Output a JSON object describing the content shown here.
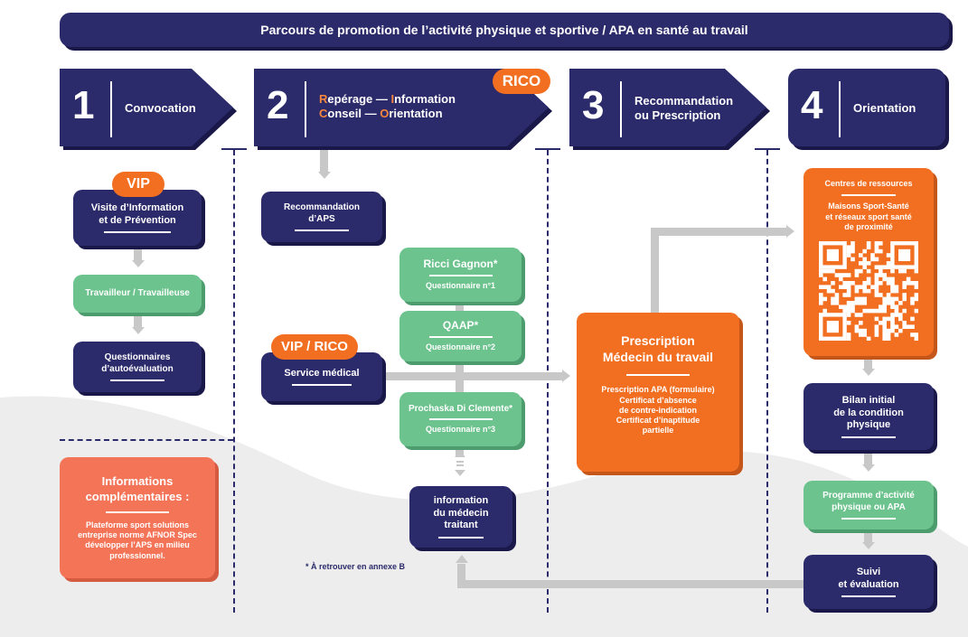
{
  "banner": "Parcours de promotion de l’activité physique et sportive / APA en santé au travail",
  "steps": [
    {
      "num": "1",
      "title": "Convocation"
    },
    {
      "num": "2",
      "title_line1_initial": "R",
      "title_line1_rest_a": "epérage — ",
      "title_line1_initial2": "I",
      "title_line1_rest_b": "nformation",
      "title_line2_initial": "C",
      "title_line2_rest_a": "onseil — ",
      "title_line2_initial2": "O",
      "title_line2_rest_b": "rientation",
      "badge": "RICO"
    },
    {
      "num": "3",
      "title_line1": "Recommandation",
      "title_line2": "ou Prescription"
    },
    {
      "num": "4",
      "title": "Orientation"
    }
  ],
  "col1": {
    "vip_badge": "VIP",
    "visite": [
      "Visite d’Information",
      "et de Prévention"
    ],
    "travailleur": "Travailleur / Travailleuse",
    "questionnaires": [
      "Questionnaires",
      "d’autoévaluation"
    ],
    "info": {
      "title": [
        "Informations",
        "complémentaires :"
      ],
      "body": [
        "Plateforme sport solutions",
        "entreprise norme AFNOR Spec",
        "développer l’APS en milieu",
        "professionnel."
      ]
    }
  },
  "col2": {
    "recommandation": [
      "Recommandation",
      "d’APS"
    ],
    "vip_rico_badge": "VIP / RICO",
    "service": "Service médical",
    "q1": {
      "title": "Ricci Gagnon*",
      "sub": "Questionnaire n°1"
    },
    "q2": {
      "title": "QAAP*",
      "sub": "Questionnaire n°2"
    },
    "q3": {
      "title": "Prochaska Di Clemente*",
      "sub": "Questionnaire n°3"
    },
    "medecin_traitant": [
      "information",
      "du médecin",
      "traitant"
    ],
    "footnote": "* À retrouver en annexe B"
  },
  "col3": {
    "title": [
      "Prescription",
      "Médecin du travail"
    ],
    "body": [
      "Prescription APA (formulaire)",
      "Certificat d’absence",
      "de contre-indication",
      "Certificat d’inaptitude",
      "partielle"
    ]
  },
  "col4": {
    "centres_title": "Centres de ressources",
    "centres_body": [
      "Maisons Sport-Santé",
      "et réseaux sport santé",
      "de proximité"
    ],
    "bilan": [
      "Bilan initial",
      "de la condition",
      "physique"
    ],
    "programme": [
      "Programme d’activité",
      "physique ou APA"
    ],
    "suivi": [
      "Suivi",
      "et évaluation"
    ]
  },
  "colors": {
    "navy": "#2b2a6b",
    "orange": "#f26f22",
    "green": "#6cc38e",
    "salmon": "#f47458",
    "gray": "#c8c8c8"
  }
}
